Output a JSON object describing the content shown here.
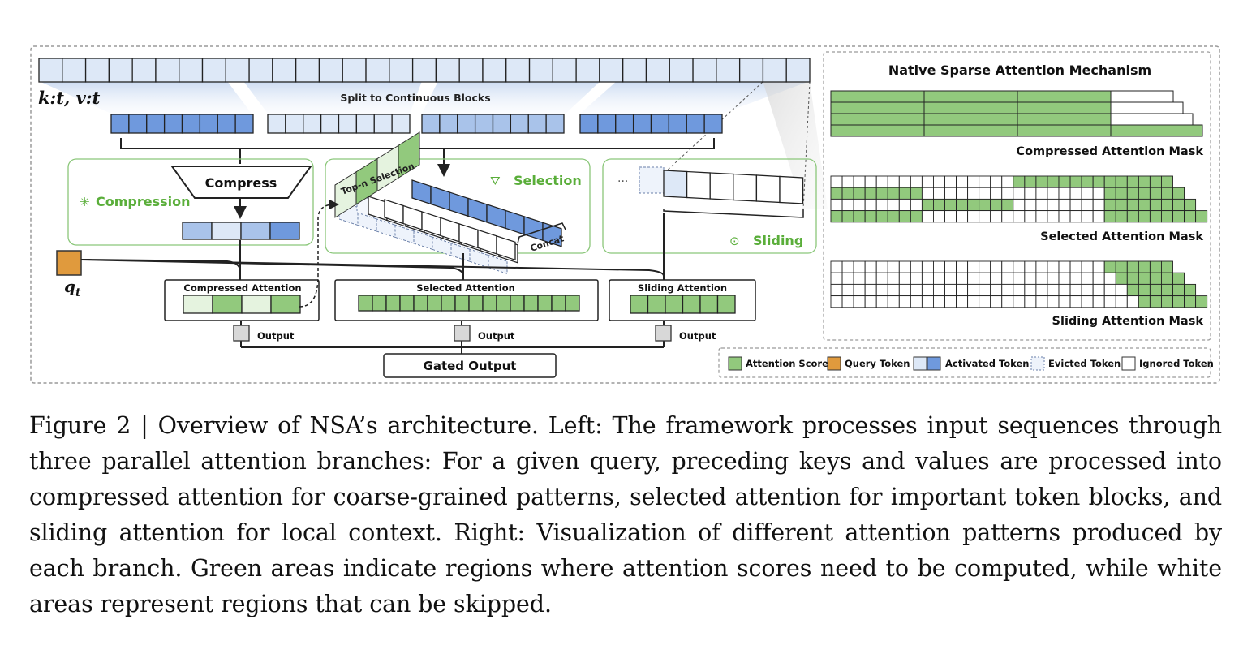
{
  "kv_label": "k:t, v:t",
  "split_label": "Split to Continuous Blocks",
  "compress_label": "Compress",
  "compression_title": "Compression",
  "selection_title": "Selection",
  "sliding_title": "Sliding",
  "topn_label": "Top-n Selection",
  "concat_label": "Concat",
  "ellipsis": "...",
  "query_label": "q",
  "query_sub": "t",
  "compressed_attention": "Compressed Attention",
  "selected_attention": "Selected Attention",
  "sliding_attention": "Sliding Attention",
  "output_label": "Output",
  "gated_output": "Gated Output",
  "mechanism_title": "Native Sparse Attention Mechanism",
  "compressed_mask": "Compressed Attention Mask",
  "selected_mask": "Selected Attention Mask",
  "sliding_mask": "Sliding Attention Mask",
  "legend": {
    "attention_score": "Attention Score",
    "query_token": "Query Token",
    "activated_token": "Activated Token",
    "evicted_token": "Evicted Token",
    "ignored_token": "Ignored Token"
  },
  "colors": {
    "green": "#92c97d",
    "light_green": "#e5f3df",
    "orange": "#e09a3d",
    "light_blue": "#dde8f7",
    "mid_blue": "#a9c3ea",
    "blue": "#6f99dd",
    "panel_border": "#8bc77a",
    "title_green": "#5aae3a"
  },
  "caption": "Figure 2 | Overview of NSA’s architecture. Left: The framework processes input sequences through three parallel attention branches: For a given query, preceding keys and values are processed into compressed attention for coarse-grained patterns, selected attention for important token blocks, and sliding attention for local context. Right: Visualization of different attention patterns produced by each branch. Green areas indicate regions where attention scores need to be computed, while white areas represent regions that can be skipped."
}
